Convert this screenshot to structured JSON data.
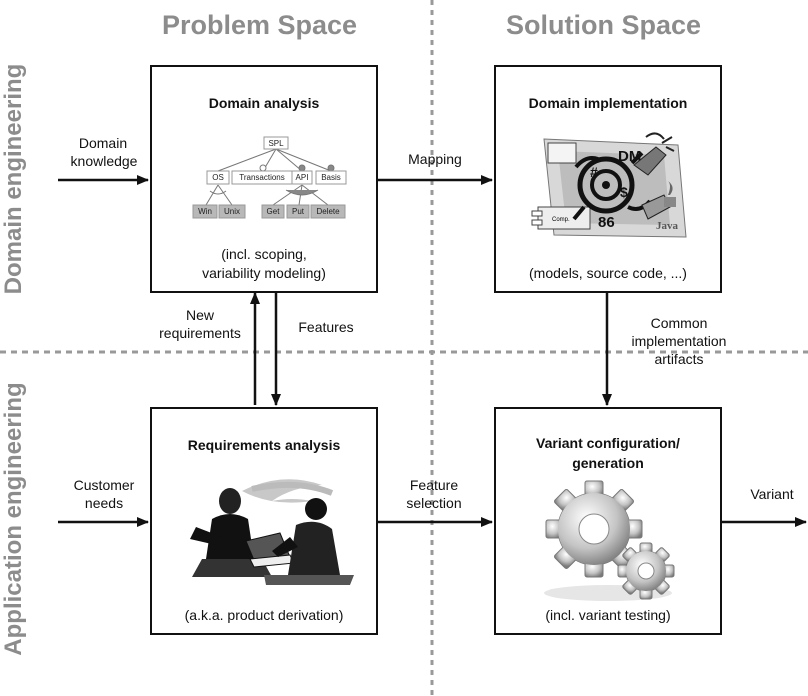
{
  "headers": {
    "problem_space": "Problem Space",
    "solution_space": "Solution Space"
  },
  "side_labels": {
    "domain_engineering": "Domain engineering",
    "application_engineering": "Application engineering"
  },
  "boxes": {
    "domain_analysis": {
      "title": "Domain analysis",
      "subtitle_line1": "(incl. scoping,",
      "subtitle_line2": "variability modeling)",
      "feature_model": {
        "root": "SPL",
        "level1": [
          "OS",
          "Transactions",
          "API",
          "Basis"
        ],
        "os_children": [
          "Win",
          "Unix"
        ],
        "api_children": [
          "Get",
          "Put",
          "Delete"
        ]
      }
    },
    "domain_implementation": {
      "title": "Domain implementation",
      "subtitle": "(models, source code, ...)",
      "clipart_text": [
        "DM",
        "86",
        "Java",
        "Comp."
      ]
    },
    "requirements_analysis": {
      "title": "Requirements analysis",
      "subtitle": "(a.k.a. product derivation)"
    },
    "variant_configuration": {
      "title_line1": "Variant configuration/",
      "title_line2": "generation",
      "subtitle": "(incl. variant testing)"
    }
  },
  "arrow_labels": {
    "domain_knowledge_1": "Domain",
    "domain_knowledge_2": "knowledge",
    "mapping": "Mapping",
    "new_requirements_1": "New",
    "new_requirements_2": "requirements",
    "features": "Features",
    "common_artifacts_1": "Common",
    "common_artifacts_2": "implementation",
    "common_artifacts_3": "artifacts",
    "customer_needs_1": "Customer",
    "customer_needs_2": "needs",
    "feature_selection_1": "Feature",
    "feature_selection_2": "selection",
    "variant": "Variant"
  },
  "colors": {
    "header_gray": "#8c8c8c",
    "divider_gray": "#999999",
    "feature_box_gray": "#b8b8b8"
  }
}
